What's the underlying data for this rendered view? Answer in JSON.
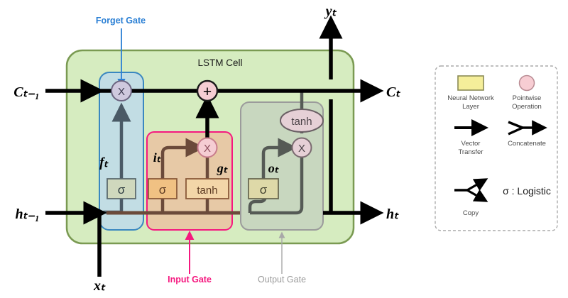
{
  "diagram": {
    "title": "LSTM Cell",
    "inputs": {
      "cell_state_prev": "Cₜ₋₁",
      "hidden_prev": "hₜ₋₁",
      "x_input": "xₜ"
    },
    "outputs": {
      "cell_state": "Cₜ",
      "hidden": "hₜ",
      "y_output": "yₜ"
    },
    "gates": [
      {
        "key": "forget",
        "label": "Forget Gate",
        "color": "#2a7fd4",
        "fill": "#bfdbe8",
        "stroke": "#3a87c0"
      },
      {
        "key": "input",
        "label": "Input Gate",
        "color": "#f5187f",
        "fill": "#e8c6a4",
        "stroke": "#f5187f"
      },
      {
        "key": "output",
        "label": "Output Gate",
        "color": "#9b9b9b",
        "fill": "#c6d4be",
        "stroke": "#9b9b9b"
      }
    ],
    "signals": {
      "f_t": "fₜ",
      "i_t": "iₜ",
      "g_t": "gₜ",
      "o_t": "oₜ"
    },
    "activations": {
      "sigma": "σ",
      "tanh": "tanh"
    },
    "ops": {
      "multiply": "X",
      "add": "+"
    },
    "colors": {
      "cell_fill": "#d6ecc0",
      "cell_stroke": "#7a9a52",
      "sigma_forget_fill": "#cfd8bd",
      "sigma_input_fill": "#f0c183",
      "tanh_box_fill": "#f3d6a8",
      "sigma_output_fill": "#ded9a8",
      "pointwise_pink": "#f5cdd3",
      "mul_purple": "#cfc9de",
      "legend_layer_fill": "#f5ee9a",
      "legend_border": "#999999",
      "black": "#000000"
    }
  },
  "legend": {
    "items": [
      {
        "key": "neural-network-layer",
        "icon": "rect-yellow",
        "label_line1": "Neural Network",
        "label_line2": "Layer"
      },
      {
        "key": "pointwise-operation",
        "icon": "circle-pink",
        "label_line1": "Pointwise",
        "label_line2": "Operation"
      },
      {
        "key": "vector-transfer",
        "icon": "arrow-right",
        "label_line1": "Vector",
        "label_line2": "Transfer"
      },
      {
        "key": "concatenate",
        "icon": "arrow-merge",
        "label_line1": "Concatenate",
        "label_line2": ""
      },
      {
        "key": "copy",
        "icon": "arrow-split",
        "label_line1": "Copy",
        "label_line2": ""
      },
      {
        "key": "logistic",
        "icon": "sigma-text",
        "label_line1": "σ : Logistic",
        "label_line2": ""
      }
    ]
  }
}
